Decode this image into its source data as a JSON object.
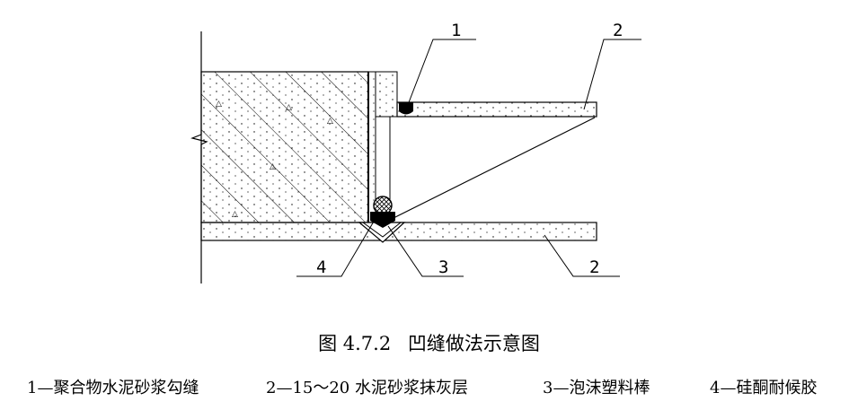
{
  "labels": {
    "callout_1": "1",
    "callout_2_top": "2",
    "callout_3": "3",
    "callout_4": "4",
    "callout_2_bottom": "2"
  },
  "caption": {
    "figure_number": "图 4.7.2",
    "title": "凹缝做法示意图"
  },
  "legend": [
    "1—聚合物水泥砂浆勾缝",
    "2—15～20 水泥砂浆抹灰层",
    "3—泡沫塑料棒",
    "4—硅酮耐候胶"
  ]
}
